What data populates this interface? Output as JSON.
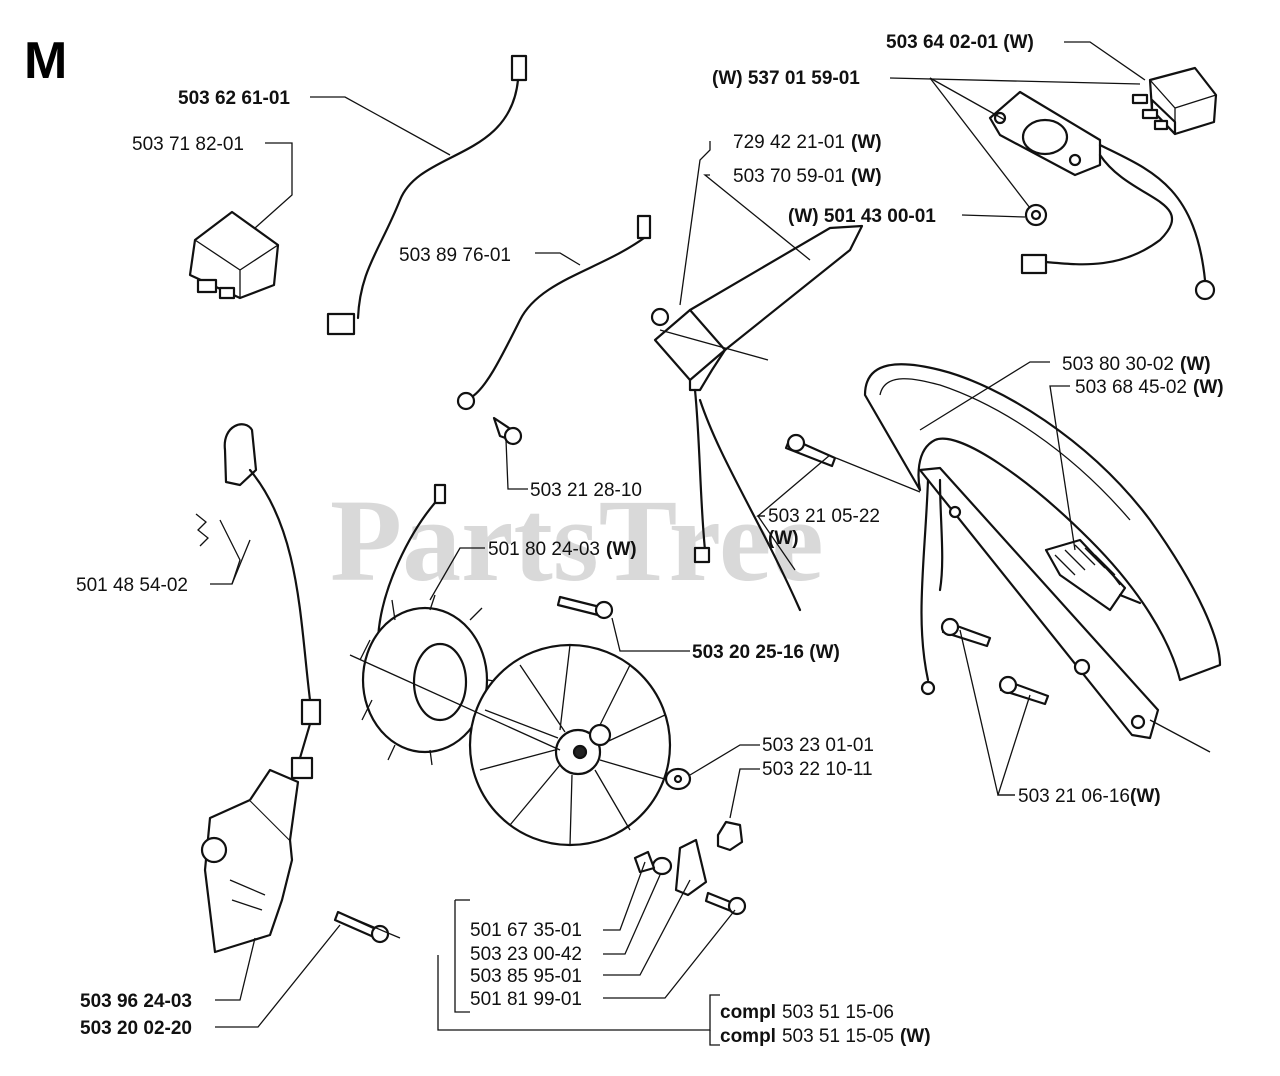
{
  "section_letter": "M",
  "watermark": "PartsTree",
  "labels": {
    "l_503_64_02_01": "503 64 02-01 (W)",
    "l_537_01_59_01": "(W) 537 01 59-01",
    "l_503_62_61_01": "503 62 61-01",
    "l_503_71_82_01": "503 71 82-01",
    "l_729_42_21_01_num": "729 42 21-01",
    "l_503_70_59_01_num": "503 70 59-01",
    "l_501_43_00_01": "(W) 501 43 00-01",
    "l_503_89_76_01": "503 89 76-01",
    "l_503_80_30_02_num": "503 80 30-02",
    "l_503_68_45_02_num": "503 68 45-02",
    "l_503_21_28_10": "503 21 28-10",
    "l_503_21_05_22_num": "503 21 05-22",
    "l_w_suffix": "(W)",
    "l_501_80_24_03_num": "501 80 24-03",
    "l_501_48_54_02": "501 48 54-02",
    "l_503_20_25_16": "503 20 25-16 (W)",
    "l_503_23_01_01": "503 23 01-01",
    "l_503_22_10_11": "503 22 10-11",
    "l_503_21_06_16_num": "503 21 06-16",
    "l_501_67_35_01": "501 67 35-01",
    "l_503_23_00_42": "503 23 00-42",
    "l_503_85_95_01": "503 85 95-01",
    "l_501_81_99_01": "501 81 99-01",
    "l_503_96_24_03": "503 96 24-03",
    "l_503_20_02_20": "503 20 02-20",
    "l_compl_word": "compl",
    "l_503_51_15_06": "503 51 15-06",
    "l_503_51_15_05_num": "503 51 15-05"
  }
}
